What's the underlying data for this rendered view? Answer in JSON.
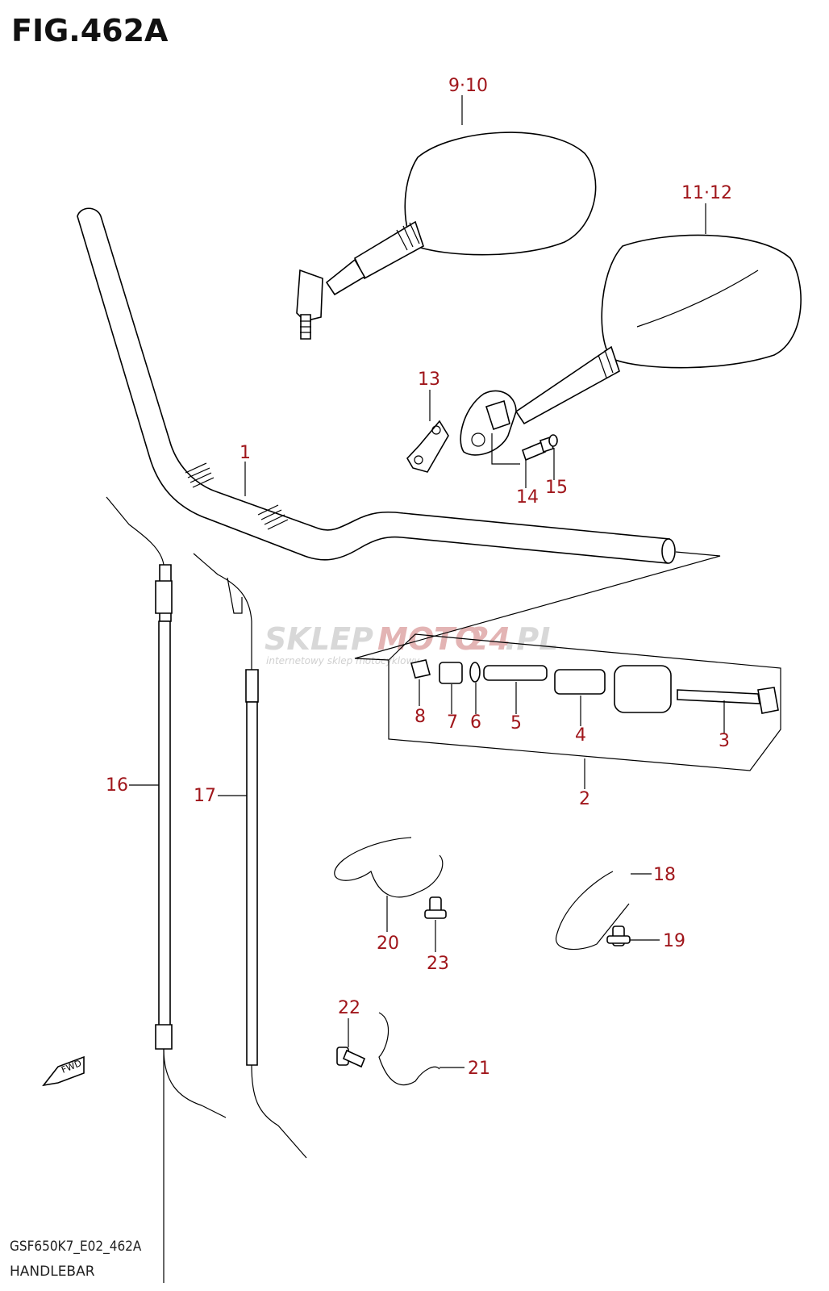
{
  "figure": {
    "title": "FIG.462A"
  },
  "footer": {
    "code": "GSF650K7_E02_462A",
    "name": "HANDLEBAR"
  },
  "watermark": {
    "brand_a": "SKLEP",
    "brand_b": "MOTO",
    "brand_c": "24",
    "brand_d": ".PL",
    "tagline": "internetowy sklep motocyklowy"
  },
  "fwd_badge": "FWD",
  "callouts": {
    "c1": "1",
    "c2": "2",
    "c3": "3",
    "c4": "4",
    "c5": "5",
    "c6": "6",
    "c7": "7",
    "c8": "8",
    "c9_10": "9·10",
    "c11_12": "11·12",
    "c13": "13",
    "c14": "14",
    "c15": "15",
    "c16": "16",
    "c17": "17",
    "c18": "18",
    "c19": "19",
    "c20": "20",
    "c21": "21",
    "c22": "22",
    "c23": "23"
  },
  "colors": {
    "callout": "#a0161b",
    "line": "#000000",
    "watermark": "#d8d8d8"
  }
}
